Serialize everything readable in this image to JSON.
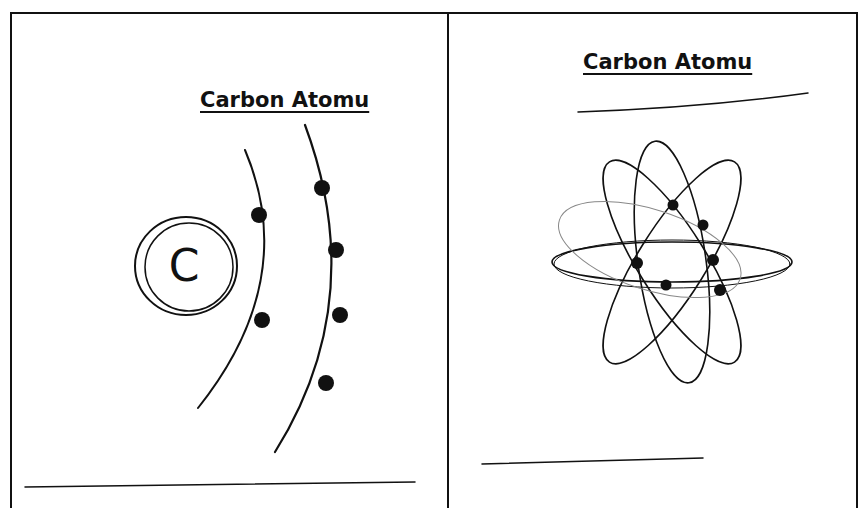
{
  "diagram": {
    "nodes": [
      {
        "text": [
          "Carbon Atomu"
        ]
      },
      {
        "text": [
          "C"
        ],
        "in": 0
      },
      {
        "text": [
          "Carbon Atomu"
        ]
      }
    ]
  }
}
